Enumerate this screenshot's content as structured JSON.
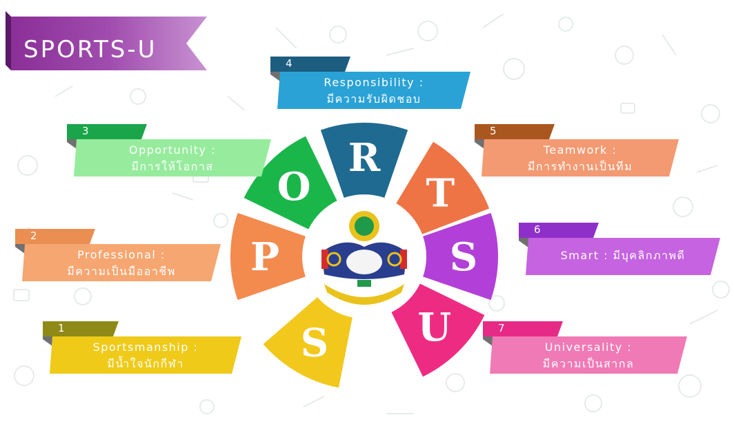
{
  "title": "SPORTS-U",
  "center_emblem": {
    "alt": "university emblem"
  },
  "wheel_letters": [
    {
      "letter": "R",
      "color": "#1f6a91"
    },
    {
      "letter": "T",
      "color": "#ee7446"
    },
    {
      "letter": "S",
      "color": "#b240d8"
    },
    {
      "letter": "U",
      "color": "#ee2b83"
    },
    {
      "letter": "S",
      "color": "#f2c81c"
    },
    {
      "letter": "P",
      "color": "#f38a4e"
    },
    {
      "letter": "O",
      "color": "#1bb64a"
    }
  ],
  "items": [
    {
      "num": "1",
      "en": "Sportsmanship :",
      "th": "มีน้ำใจนักกีฬา",
      "color": "#efca19",
      "tab": "#8f8a17"
    },
    {
      "num": "2",
      "en": "Professional :",
      "th": "มีความเป็นมืออาชีพ",
      "color": "#f6a671",
      "tab": "#ea8e52"
    },
    {
      "num": "3",
      "en": "Opportunity :",
      "th": "มีการให้โอกาส",
      "color": "#96ec9c",
      "tab": "#1aa54a"
    },
    {
      "num": "4",
      "en": "Responsibility :",
      "th": "มีความรับผิดชอบ",
      "color": "#2aa2d6",
      "tab": "#1c5d80"
    },
    {
      "num": "5",
      "en": "Teamwork :",
      "th": "มีการทำงานเป็นทีม",
      "color": "#f39a73",
      "tab": "#a9571f"
    },
    {
      "num": "6",
      "en": "Smart : มีบุคลิกภาพดี",
      "th": "",
      "color": "#c563e0",
      "tab": "#8f2fc9"
    },
    {
      "num": "7",
      "en": "Universality :",
      "th": "มีความเป็นสากล",
      "color": "#f07ab6",
      "tab": "#e62b86"
    }
  ]
}
